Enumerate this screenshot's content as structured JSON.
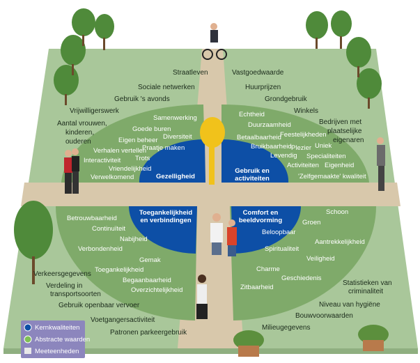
{
  "core": {
    "gezelligheid": "Gezelligheid",
    "gebruik_line1": "Gebruik en",
    "gebruik_line2": "activiteiten",
    "toegank_line1": "Toegankelijkheid",
    "toegank_line2": "en verbindingen",
    "comfort_line1": "Comfort en",
    "comfort_line2": "beeldvorming"
  },
  "values_nw": [
    "Samenwerking",
    "Goede buren",
    "Diversiteit",
    "Eigen beheer",
    "Verhalen vertellen",
    "Praatje maken",
    "Interactiviteit",
    "Trots",
    "Vriendelijkheid",
    "Verwelkomend"
  ],
  "values_ne": [
    "Echtheid",
    "Duurzaamheid",
    "Feestelijkheden",
    "Betaalbaarheid",
    "Bruikbaarheid",
    "Plezier",
    "Uniek",
    "Levendig",
    "Specialiteiten",
    "Activiteiten",
    "Eigenheid",
    "'Zelfgemaakte' kwaliteit"
  ],
  "values_sw": [
    "Betrouwbaarheid",
    "Continuïteit",
    "Nabijheid",
    "Verbondenheid",
    "Gemak",
    "Toegankelijkheid",
    "Begaanbaarheid",
    "Overzichtelijkheid"
  ],
  "values_se": [
    "Schoon",
    "Groen",
    "Beloopbaar",
    "Aantrekkelijkheid",
    "Spiritualiteit",
    "Veiligheid",
    "Charme",
    "Geschiedenis",
    "Zitbaarheid"
  ],
  "measures_nw": [
    "Straatleven",
    "Sociale netwerken",
    "Gebruik 's avonds",
    "Vrijwilligerswerk",
    "Aantal vrouwen,",
    "kinderen,",
    "ouderen"
  ],
  "measures_ne": [
    "Vastgoedwaarde",
    "Huurprijzen",
    "Grondgebruik",
    "Winkels",
    "Bedrijven met",
    "plaatselijke",
    "eigenaren"
  ],
  "measures_sw": [
    "Verkeersgegevens",
    "Verdeling in",
    "transportsoorten",
    "Gebruik openbaar vervoer",
    "Voetgangersactiviteit",
    "Patronen parkeergebruik"
  ],
  "measures_se": [
    "Statistieken van",
    "criminaliteit",
    "Niveau van hygiëne",
    "Bouwvoorwaarden",
    "Milieugegevens"
  ],
  "legend": {
    "kern": "Kernkwaliteiten",
    "abstract": "Abstracte waarden",
    "meet": "Meeteenheden"
  },
  "colors": {
    "plaza": "#a9c79a",
    "path": "#d7c6a8",
    "ring": "#7faa6a",
    "core": "#0d4fa6",
    "legend_bg": "#8c86bd",
    "legend_kern": "#0d4fa6",
    "legend_abstract": "#7fbf55",
    "legend_meet": "#e8e8e8"
  }
}
